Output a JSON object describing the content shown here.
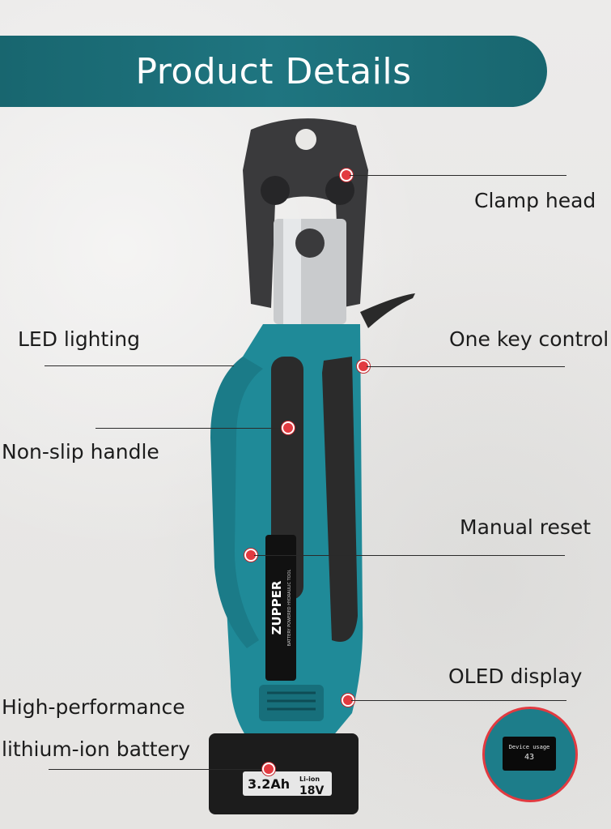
{
  "banner": {
    "title": "Product Details"
  },
  "callouts": {
    "clamp_head": "Clamp head",
    "led_lighting": "LED lighting",
    "one_key_control": "One key control",
    "non_slip_handle": "Non-slip handle",
    "manual_reset": "Manual reset",
    "oled_display": "OLED display",
    "battery_line1": "High-performance",
    "battery_line2": "lithium-ion battery"
  },
  "tool": {
    "brand": "ZUPPER",
    "subtitle": "BATTERY POWERED HYDRAULIC TOOL",
    "battery_capacity": "3.2Ah",
    "battery_type": "Li-ion",
    "battery_voltage": "18V"
  },
  "oled": {
    "usage_label": "Device usage",
    "usage_value": "43"
  },
  "colors": {
    "banner": "#18666f",
    "body_teal": "#1f8a98",
    "accent_dot": "#e23a40"
  }
}
